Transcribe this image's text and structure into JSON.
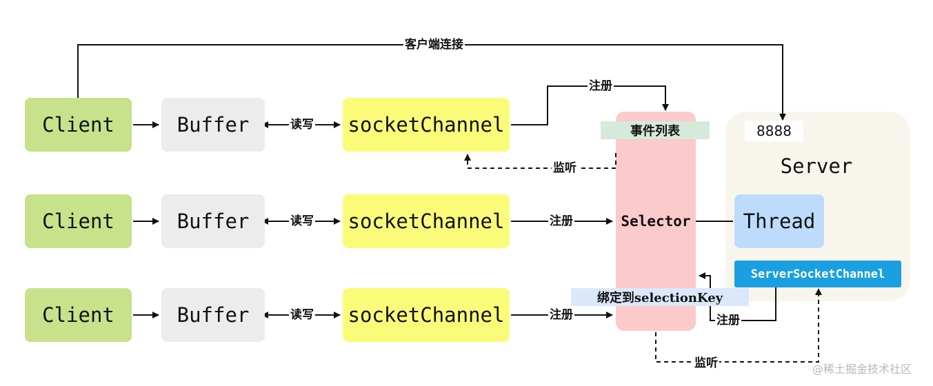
{
  "diagram": {
    "top_connection_label": "客户端连接",
    "rows": [
      {
        "client": "Client",
        "buffer": "Buffer",
        "rw_label": "读写",
        "channel": "socketChannel",
        "register_label": "注册"
      },
      {
        "client": "Client",
        "buffer": "Buffer",
        "rw_label": "读写",
        "channel": "socketChannel",
        "register_label": "注册"
      },
      {
        "client": "Client",
        "buffer": "Buffer",
        "rw_label": "读写",
        "channel": "socketChannel",
        "register_label": "注册"
      }
    ],
    "selector": {
      "label": "Selector",
      "event_list": "事件列表",
      "listen_label": "监听",
      "bind_label": "绑定到selectionKey"
    },
    "server": {
      "title": "Server",
      "port": "8888",
      "thread": "Thread",
      "server_socket_channel": "ServerSocketChannel",
      "register_label": "注册",
      "listen_label": "监听"
    },
    "watermark": "@稀土掘金技术社区",
    "colors": {
      "client": "#c7e28a",
      "buffer": "#ececec",
      "channel": "#fbfb7a",
      "selector": "#fbcaca",
      "server": "#f8f6ec",
      "thread": "#bddcfb",
      "server_socket_channel": "#1aa0e0",
      "event_bar": "#d5ead8",
      "bind_bar": "#dbe8fb"
    }
  }
}
